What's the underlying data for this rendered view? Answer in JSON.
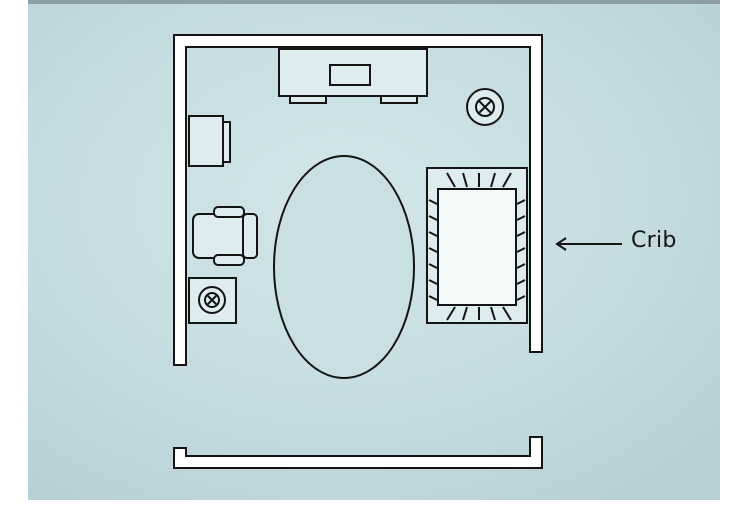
{
  "diagram": {
    "callout": {
      "label": "Crib"
    },
    "colors": {
      "paper": "#c6dde2",
      "line": "#141414",
      "fill": "#dcecef"
    },
    "fixtures": [
      "desk",
      "desk-chair",
      "side-table",
      "armchair",
      "corner-table-lamp",
      "round-table-lamp",
      "oval-rug",
      "crib"
    ]
  }
}
